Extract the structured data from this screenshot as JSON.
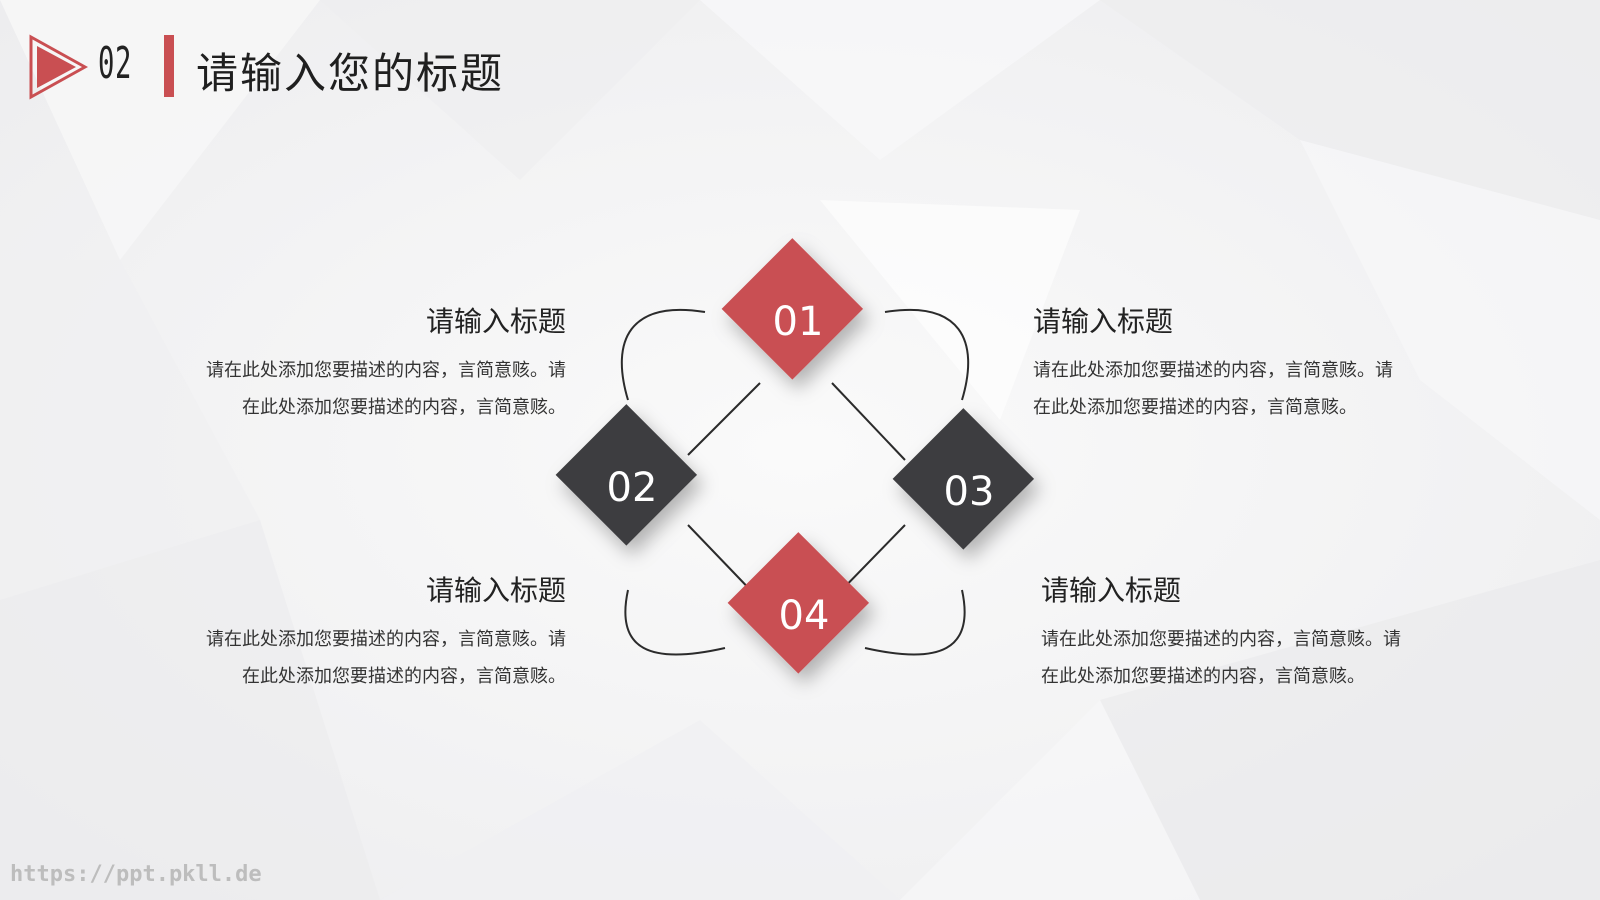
{
  "header": {
    "section_number": "02",
    "title": "请输入您的标题"
  },
  "diagram": {
    "colors": {
      "red": "#c94f52",
      "dark": "#3d3d3f",
      "line": "#2b2b2b"
    },
    "diamonds": [
      {
        "label": "01",
        "color": "red"
      },
      {
        "label": "02",
        "color": "dark"
      },
      {
        "label": "03",
        "color": "dark"
      },
      {
        "label": "04",
        "color": "red"
      }
    ]
  },
  "blocks": [
    {
      "title": "请输入标题",
      "line1": "请在此处添加您要描述的内容，言简意赅。请",
      "line2": "在此处添加您要描述的内容，言简意赅。"
    },
    {
      "title": "请输入标题",
      "line1": "请在此处添加您要描述的内容，言简意赅。请",
      "line2": "在此处添加您要描述的内容，言简意赅。"
    },
    {
      "title": "请输入标题",
      "line1": "请在此处添加您要描述的内容，言简意赅。请",
      "line2": "在此处添加您要描述的内容，言简意赅。"
    },
    {
      "title": "请输入标题",
      "line1": "请在此处添加您要描述的内容，言简意赅。请",
      "line2": "在此处添加您要描述的内容，言简意赅。"
    }
  ],
  "watermark": "https://ppt.pkll.de"
}
